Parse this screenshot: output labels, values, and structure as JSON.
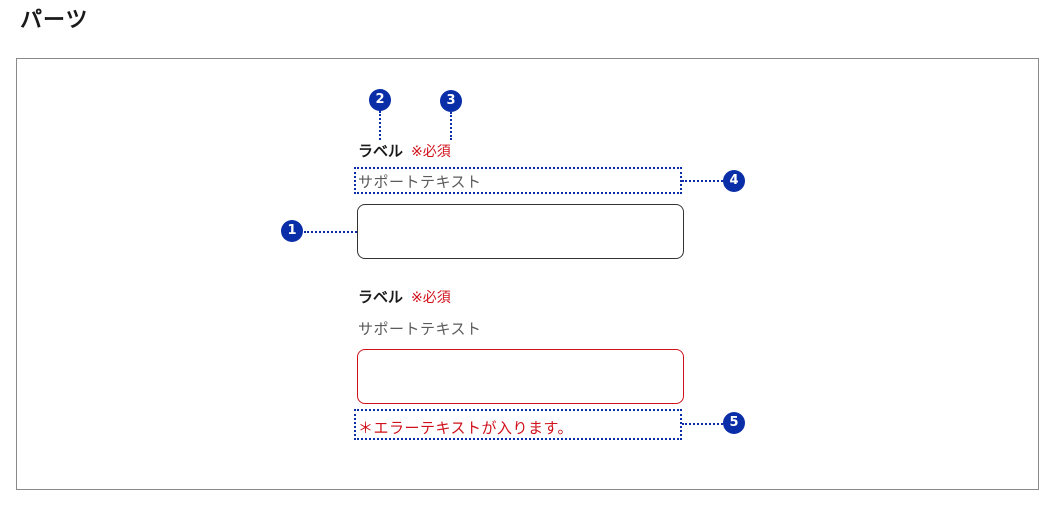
{
  "title": "パーツ",
  "fields": [
    {
      "label": "ラベル",
      "required": "※必須",
      "support": "サポートテキスト"
    },
    {
      "label": "ラベル",
      "required": "※必須",
      "support": "サポートテキスト",
      "error": "＊エラーテキストが入ります。"
    }
  ],
  "annotations": [
    "1",
    "2",
    "3",
    "4",
    "5"
  ],
  "colors": {
    "annotation": "#0a2ea8",
    "required": "#d0111b",
    "error": "#d0111b",
    "border": "#333333"
  }
}
